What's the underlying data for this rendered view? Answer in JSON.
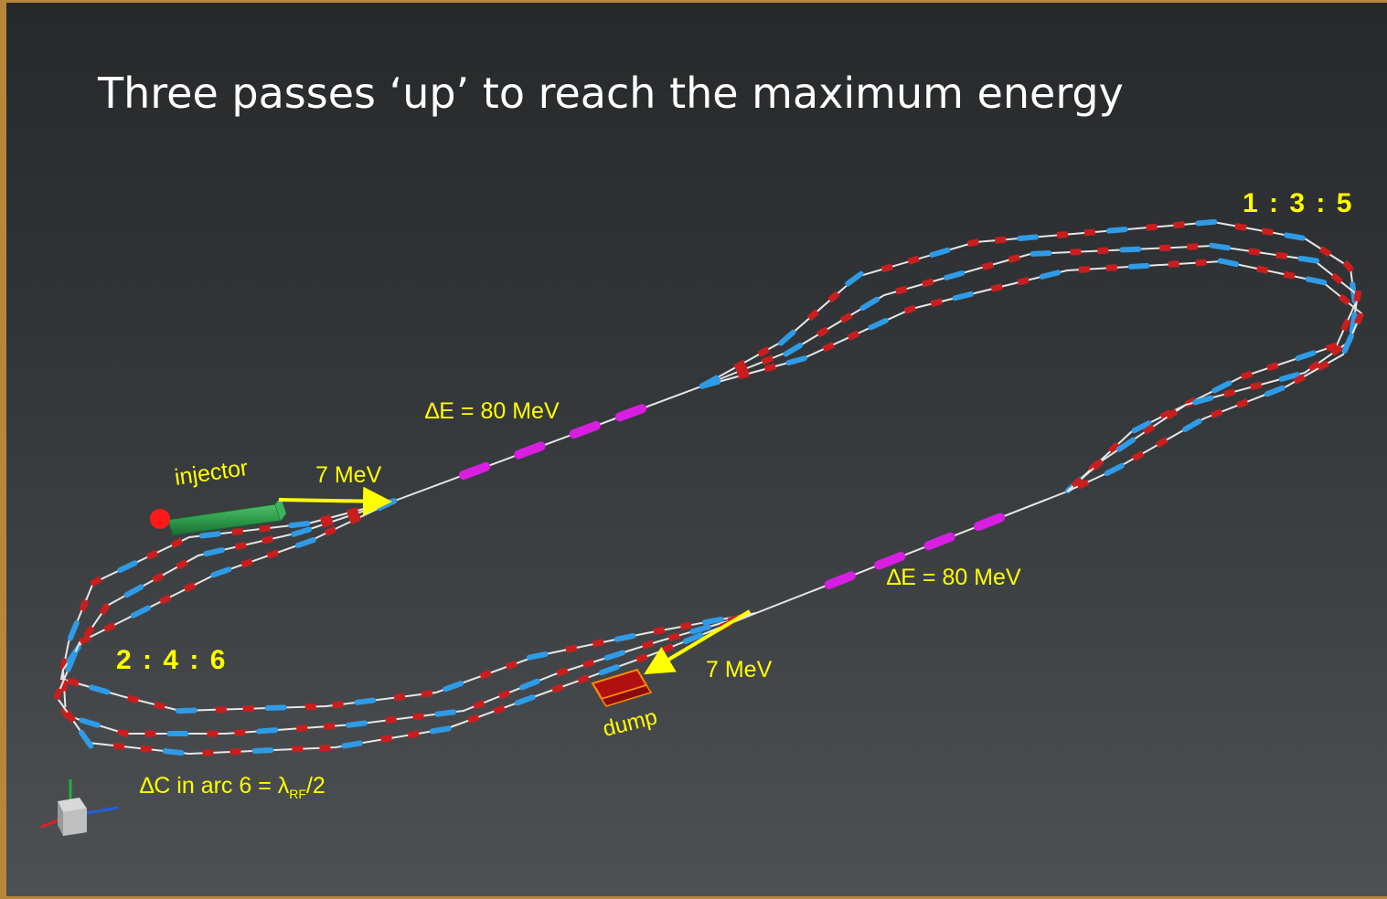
{
  "slide": {
    "title": "Three passes ‘up’ to reach the maximum energy"
  },
  "labels": {
    "pass_ratio_right": "1 : 3 : 5",
    "pass_ratio_left": "2 : 4 : 6",
    "injector": "injector",
    "injection_energy": "7 MeV",
    "linac_gain_top": "∆E = 80 MeV",
    "linac_gain_bottom": "∆E = 80 MeV",
    "dump_energy": "7 MeV",
    "dump": "dump",
    "arc6_prefix": "∆C  in arc 6 = λ",
    "arc6_subscript": "RF",
    "arc6_suffix": "/2"
  },
  "colors": {
    "label_text": "#ffff00",
    "dipole": "#c81e1e",
    "quadrupole": "#2f9be6",
    "rf_cavity": "#d81ee0",
    "injector": "#2e9a4b",
    "dump": "#b01010",
    "beamline": "#e6e6e6"
  }
}
